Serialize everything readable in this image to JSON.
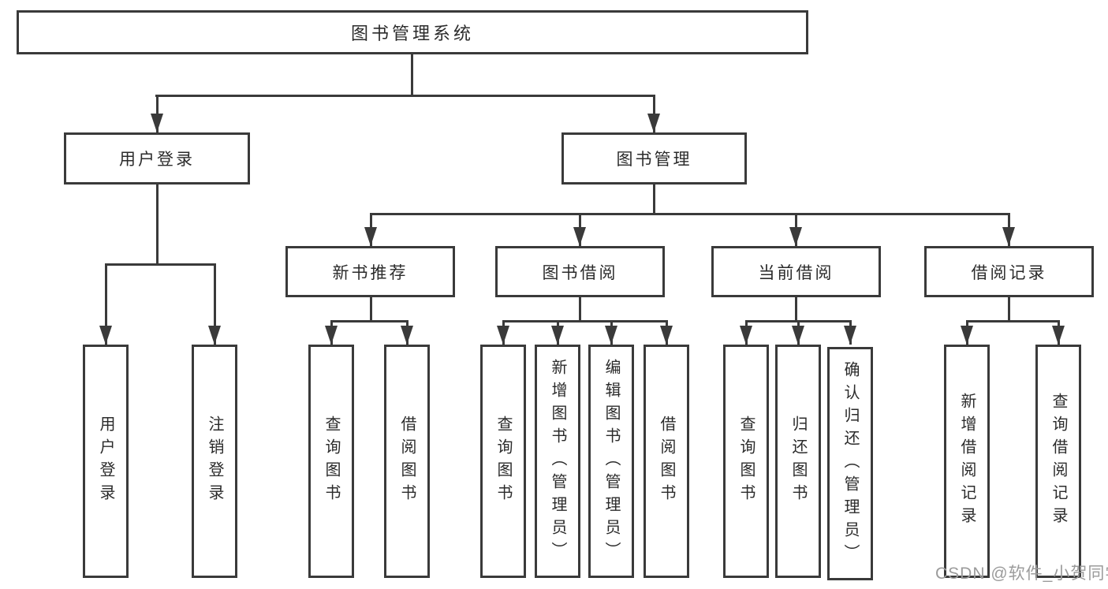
{
  "tree": {
    "label": "图书管理系统",
    "children": [
      {
        "label": "用户登录",
        "leaves": [
          "用户登录",
          "注销登录"
        ]
      },
      {
        "label": "图书管理",
        "children": [
          {
            "label": "新书推荐",
            "leaves": [
              "查询图书",
              "借阅图书"
            ]
          },
          {
            "label": "图书借阅",
            "leaves": [
              "查询图书",
              "新增图书（管理员）",
              "编辑图书（管理员）",
              "借阅图书"
            ]
          },
          {
            "label": "当前借阅",
            "leaves": [
              "查询图书",
              "归还图书",
              "确认归还（管理员）"
            ]
          },
          {
            "label": "借阅记录",
            "leaves": [
              "新增借阅记录",
              "查询借阅记录"
            ]
          }
        ]
      }
    ]
  },
  "watermark": "CSDN @软件_小贺同学",
  "colors": {
    "line": "#3a3a3a",
    "text": "#2b2b2b",
    "watermark": "#9b9b9b",
    "background": "#ffffff"
  }
}
